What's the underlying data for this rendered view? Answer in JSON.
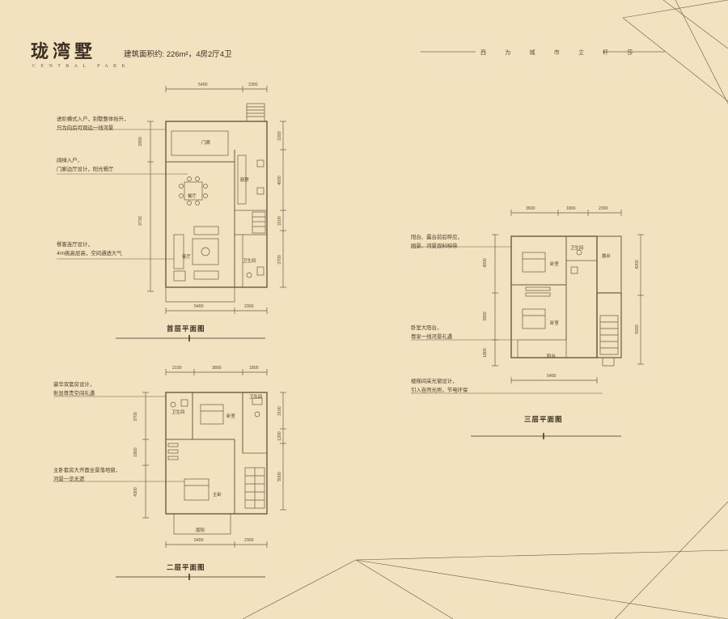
{
  "header": {
    "title": "珑湾墅",
    "subtitle_en": "CENTRAL PARK",
    "area_text": "建筑面积约: 226m²，4房2厅4卫",
    "slogan_chars": [
      "西",
      "为",
      "城",
      "市",
      "立",
      "杆",
      "莎"
    ]
  },
  "floors": {
    "first": {
      "label": "首层平面图",
      "notes": [
        {
          "lines": [
            "进阶横式入户，别墅整体抬升，",
            "只为向后可观远一线河景"
          ]
        },
        {
          "lines": [
            "阔绰入户，",
            "门廊边厅设计，阳光餐厅"
          ]
        },
        {
          "lines": [
            "餐客连厅设计，",
            "4m挑高层高，空间通透大气"
          ]
        }
      ],
      "rooms": [
        "门廊",
        "厨房",
        "餐厅",
        "客厅",
        "卫生间"
      ],
      "dims_top": [
        "5400",
        "2300"
      ],
      "dims_bottom": [
        "5400",
        "2300"
      ],
      "dims_left": [
        "2900",
        "9730"
      ],
      "dims_right": [
        "2200",
        "4000",
        "2100",
        "3700"
      ]
    },
    "second": {
      "label": "二层平面图",
      "notes": [
        {
          "lines": [
            "豪华双套房设计，",
            "彰显尊贵空间礼遇"
          ]
        },
        {
          "lines": [
            "主卧套房大开面全景落地窗，",
            "河景一览无遗"
          ]
        }
      ],
      "rooms": [
        "卫生间",
        "卧室",
        "卫生间",
        "主卧",
        "南阳"
      ],
      "dims_top": [
        "2100",
        "3800",
        "1800"
      ],
      "dims_bottom": [
        "5400",
        "2300"
      ],
      "dims_left": [
        "3700",
        "1800",
        "4300"
      ],
      "dims_right": [
        "3100",
        "1200",
        "5000"
      ]
    },
    "third": {
      "label": "三层平面图",
      "notes": [
        {
          "lines": [
            "阳台、露台前后呼应，",
            "园景、河景双料映带"
          ]
        },
        {
          "lines": [
            "卧室大阳台，",
            "尊享一线河景礼遇"
          ]
        },
        {
          "lines": [
            "楼梯间采光窗设计，",
            "引入自然光照，节电环保"
          ]
        }
      ],
      "rooms": [
        "卫生间",
        "卧室",
        "露台",
        "卧室",
        "阳台"
      ],
      "dims_top": [
        "3600",
        "1800",
        "2300"
      ],
      "dims_bottom": [
        "5400"
      ],
      "dims_left": [
        "4000",
        "3900",
        "1800"
      ],
      "dims_right": [
        "4200",
        "5000"
      ]
    }
  },
  "colors": {
    "background": "#f3e2bf",
    "line": "#6b5a44",
    "accent_line": "#3a2f22"
  }
}
